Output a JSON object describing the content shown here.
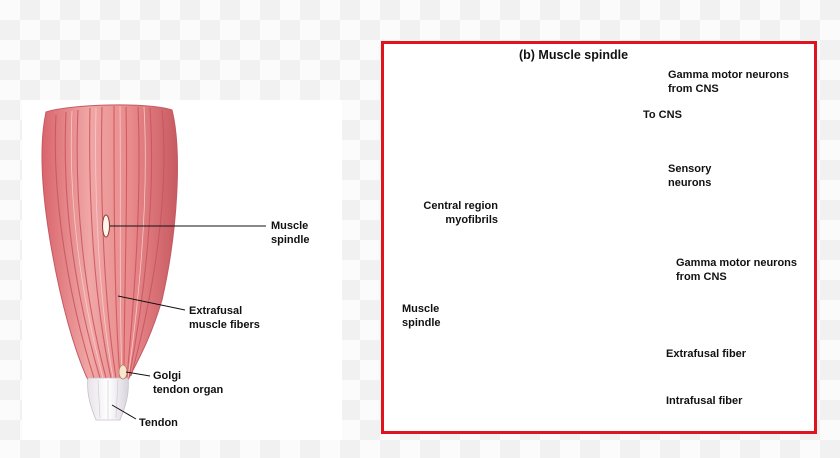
{
  "left_diagram": {
    "labels": {
      "muscle_spindle": "Muscle\nspindle",
      "extrafusal": "Extrafusal\nmuscle fibers",
      "golgi": "Golgi\ntendon organ",
      "tendon": "Tendon"
    }
  },
  "right_diagram": {
    "title": "(b) Muscle spindle",
    "labels": {
      "gamma_top": "Gamma motor neurons\nfrom CNS",
      "to_cns": "To CNS",
      "sensory": "Sensory\nneurons",
      "central_region": "Central region\nmyofibrils",
      "gamma_bottom": "Gamma motor neurons\nfrom CNS",
      "muscle_spindle": "Muscle\nspindle",
      "extrafusal_fiber": "Extrafusal fiber",
      "intrafusal_fiber": "Intrafusal fiber"
    }
  },
  "colors": {
    "frame_red": "#e0141e",
    "muscle_red": "#c8283a",
    "muscle_pink": "#e98a8c",
    "intrafusal_orange": "#d07a4c"
  }
}
